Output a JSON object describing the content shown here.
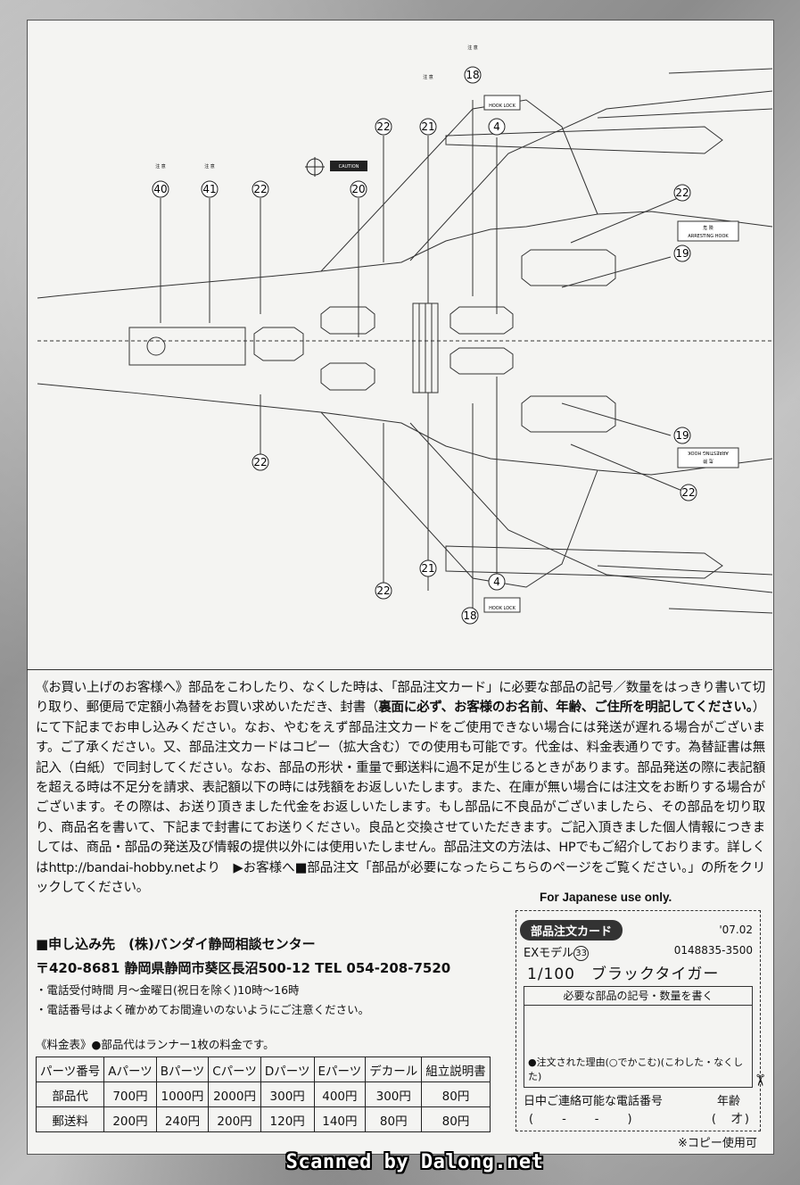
{
  "diagram": {
    "callouts": [
      "40",
      "41",
      "22",
      "20",
      "22",
      "21",
      "18",
      "4",
      "22",
      "19",
      "19",
      "22",
      "22",
      "21",
      "4",
      "18",
      "22"
    ],
    "labels": {
      "caution_small": "注 意",
      "caution_decal": "CAUTION",
      "arresting_hook_jp": "危 険",
      "arresting_hook_en": "ARRESTING HOOK",
      "hook_lock": "HOOK LOCK"
    }
  },
  "notice": {
    "lead": "《お買い上げのお客様へ》部品をこわしたり、なくした時は、「部品注文カード」に必要な部品の記号／数量をはっきり書いて切り取り、郵便局で定額小為替をお買い求めいただき、封書（",
    "bold1": "裏面に必ず、お客様のお名前、年齢、ご住所を明記してください。",
    "body": "）にて下記までお申し込みください。なお、やむをえず部品注文カードをご使用できない場合には発送が遅れる場合がございます。ご了承ください。又、部品注文カードはコピー（拡大含む）での使用も可能です。代金は、料金表通りです。為替証書は無記入（白紙）で同封してください。なお、部品の形状・重量で郵送料に過不足が生じるときがあります。部品発送の際に表記額を超える時は不足分を請求、表記額以下の時には残額をお返しいたします。また、在庫が無い場合には注文をお断りする場合がございます。その際は、お送り頂きました代金をお返しいたします。もし部品に不良品がございましたら、その部品を切り取り、商品名を書いて、下記まで封書にてお送りください。良品と交換させていただきます。ご記入頂きました個人情報につきましては、商品・部品の発送及び情報の提供以外には使用いたしません。部品注文の方法は、HPでもご紹介しております。詳しくはhttp://bandai-hobby.netより　▶お客様へ■部品注文「部品が必要になったらこちらのページをご覧ください。」の所をクリックしてください。"
  },
  "contact": {
    "line1": "■申し込み先　(株)バンダイ静岡相談センター",
    "line2": "〒420-8681 静岡県静岡市葵区長沼500-12 TEL 054-208-7520",
    "note1": "・電話受付時間 月〜金曜日(祝日を除く)10時〜16時",
    "note2": "・電話番号はよく確かめてお間違いのないようにご注意ください。"
  },
  "price_table": {
    "caption": "《料金表》●部品代はランナー1枚の料金です。",
    "headers": [
      "パーツ番号",
      "Aパーツ",
      "Bパーツ",
      "Cパーツ",
      "Dパーツ",
      "Eパーツ",
      "デカール",
      "組立説明書"
    ],
    "rows": [
      [
        "部品代",
        "700円",
        "1000円",
        "2000円",
        "300円",
        "400円",
        "300円",
        "80円"
      ],
      [
        "郵送料",
        "200円",
        "240円",
        "200円",
        "120円",
        "140円",
        "80円",
        "80円"
      ]
    ]
  },
  "order_card": {
    "japanese_only": "For Japanese use only.",
    "title": "部品注文カード",
    "date": "'07.02",
    "model_prefix": "EXモデル",
    "model_number": "33",
    "code": "0148835-3500",
    "scale": "1/100",
    "product": "ブラックタイガー",
    "instruction": "必要な部品の記号・数量を書く",
    "reason": "●注文された理由(○でかこむ)(こわした・なくした)",
    "phone_label": "日中ご連絡可能な電話番号",
    "age_label": "年齢",
    "phone_field": "(　　-　　-　　)",
    "age_field": "(　才)",
    "copy_ok": "※コピー使用可"
  },
  "footer": {
    "scanned": "Scanned by Dalong.net"
  }
}
